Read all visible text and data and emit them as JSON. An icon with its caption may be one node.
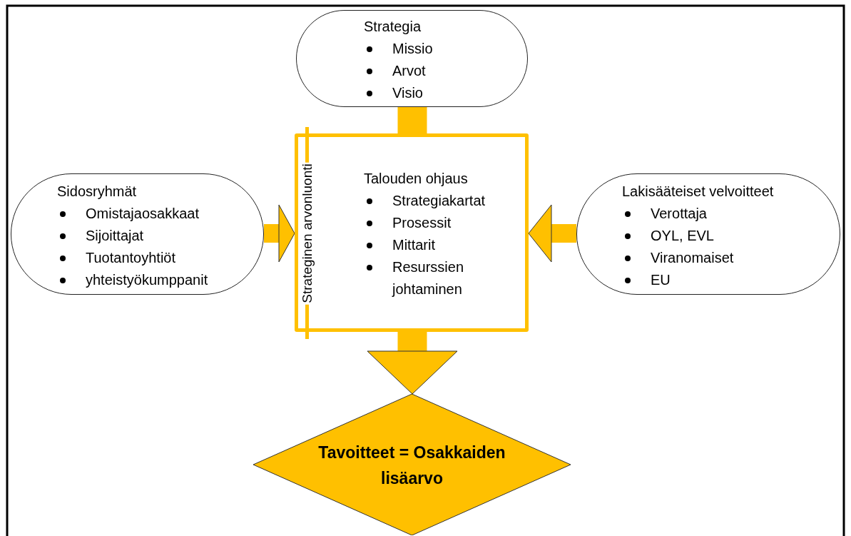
{
  "diagram": {
    "nodes": [
      {
        "text": [
          "Strategia",
          "Missio",
          "Arvot",
          "Visio"
        ]
      },
      {
        "text": [
          "Sidosryhmät",
          "Omistajaosakkaat",
          "Sijoittajat",
          "Tuotantoyhtiöt",
          "yhteistyökumppanit"
        ]
      },
      {
        "text": [
          "Talouden ohjaus",
          "Strategiakartat",
          "Prosessit",
          "Mittarit",
          "Resurssien johtaminen"
        ]
      },
      {
        "text": [
          "Strateginen arvonluonti"
        ]
      },
      {
        "text": [
          "Lakisääteiset velvoitteet",
          "Verottaja",
          "OYL, EVL",
          "Viranomaiset",
          "EU"
        ]
      },
      {
        "text": [
          "Tavoitteet = Osakkaiden lisäarvo"
        ]
      }
    ],
    "edges": [
      {
        "from": 0,
        "to": 2,
        "arrow": "none"
      },
      {
        "from": 1,
        "to": 2,
        "arrow": "to"
      },
      {
        "from": 4,
        "to": 2,
        "arrow": "to"
      },
      {
        "from": 2,
        "to": 5,
        "arrow": "to"
      }
    ]
  }
}
